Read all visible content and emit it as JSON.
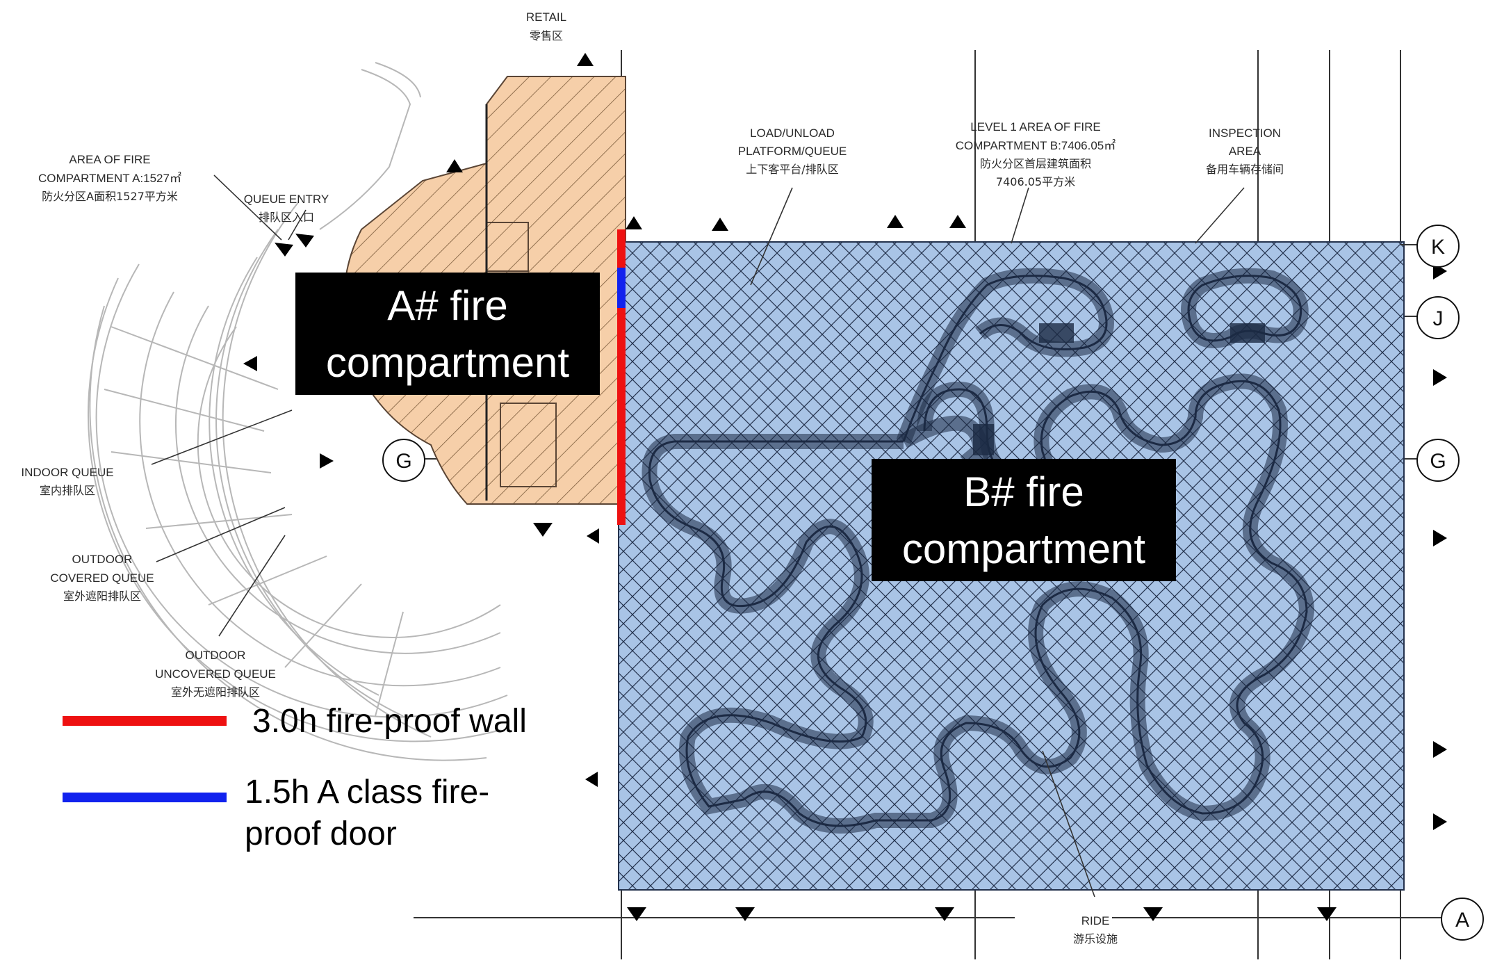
{
  "colors": {
    "compartment_a_fill": "#f6cfa9",
    "compartment_b_fill": "#a9c4e6",
    "fire_wall": "#ee1111",
    "fire_door": "#1122ee",
    "label_box": "#000000"
  },
  "labels": {
    "retail_en": "RETAIL",
    "retail_cn": "零售区",
    "area_a_line1": "AREA OF   FIRE",
    "area_a_line2": "COMPARTMENT A:1527㎡",
    "area_a_line3": "防火分区A面积1527平方米",
    "queue_entry_en": "QUEUE ENTRY",
    "queue_entry_cn": "排队区入口",
    "load_line1": "LOAD/UNLOAD",
    "load_line2": "PLATFORM/QUEUE",
    "load_cn": "上下客平台/排队区",
    "level1_line1": "LEVEL 1 AREA OF FIRE",
    "level1_line2": "COMPARTMENT B:7406.05㎡",
    "level1_cn1": "防火分区首层建筑面积",
    "level1_cn2": "7406.05平方米",
    "inspection_line1": "INSPECTION",
    "inspection_line2": "AREA",
    "inspection_cn": "备用车辆存储间",
    "indoor_queue_en": "INDOOR QUEUE",
    "indoor_queue_cn": "室内排队区",
    "outdoor_covered_line1": "OUTDOOR",
    "outdoor_covered_line2": "COVERED QUEUE",
    "outdoor_covered_cn": "室外遮阳排队区",
    "outdoor_uncovered_line1": "OUTDOOR",
    "outdoor_uncovered_line2": "UNCOVERED QUEUE",
    "outdoor_uncovered_cn": "室外无遮阳排队区",
    "ride_en": "RIDE",
    "ride_cn": "游乐设施"
  },
  "compartments": {
    "a_line1": "A# fire",
    "a_line2": "compartment",
    "b_line1": "B# fire",
    "b_line2": "compartment"
  },
  "grid_lines": {
    "k": "K",
    "j": "J",
    "g_right": "G",
    "g_left": "G",
    "a": "A"
  },
  "legend": {
    "wall_label": "3.0h fire-proof wall",
    "door_label_line1": "1.5h A class fire-",
    "door_label_line2": "proof door"
  }
}
